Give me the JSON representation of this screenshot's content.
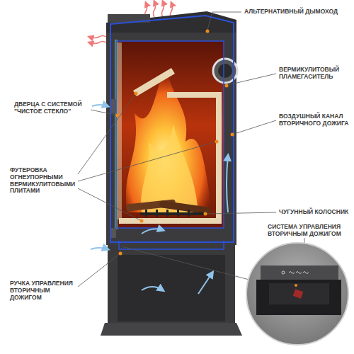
{
  "diagram": {
    "labels": [
      "АЛЬТЕРНАТИВНЫЙ ДЫМОХОД",
      "ВЕРМИКУЛИТОВЫЙ ПЛАМЕГАСИТЕЛЬ",
      "ДВЕРЦА С СИСТЕМОЙ \"ЧИСТОЕ СТЕКЛО\"",
      "ВОЗДУШНЫЙ КАНАЛ ВТОРИЧНОГО ДОЖИГА",
      "ФУТЕРОВКА ОГНЕУПОРНЫМИ ВЕРМИКУЛИТОВЫМИ ПЛИТАМИ",
      "ЧУГУННЫЙ КОЛОСНИК",
      "СИСТЕМА УПРАВЛЕНИЯ ВТОРИЧНЫМ ДОЖИГОМ",
      "РУЧКА УПРАВЛЕНИЯ ВТОРИЧНЫМ ДОЖИГОМ"
    ]
  }
}
